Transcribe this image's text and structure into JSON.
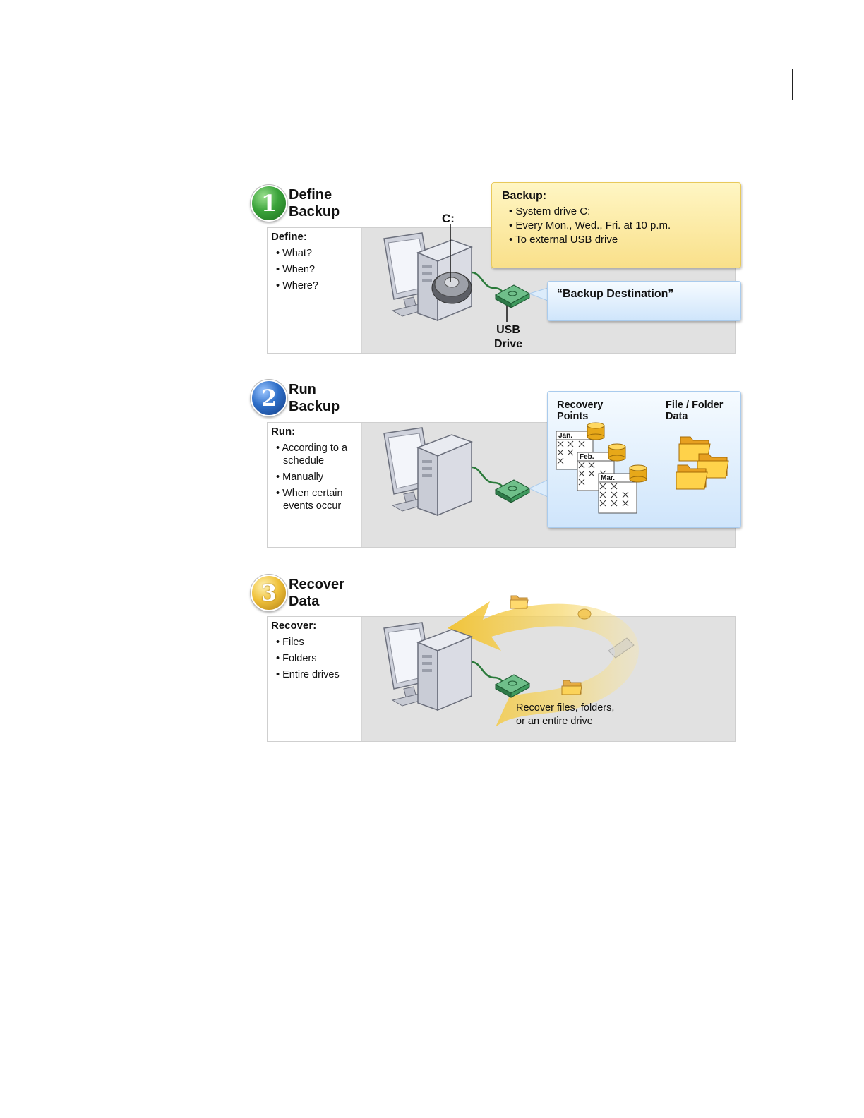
{
  "step1": {
    "number": "1",
    "title_line1": "Define",
    "title_line2": "Backup",
    "side_heading": "Define:",
    "side_items": [
      "What?",
      "When?",
      "Where?"
    ],
    "drive_label": "C:",
    "usb_label_line1": "USB",
    "usb_label_line2": "Drive",
    "backup_callout": {
      "heading": "Backup:",
      "items": [
        "System drive C:",
        "Every Mon., Wed., Fri. at 10 p.m.",
        "To external USB drive"
      ]
    },
    "destination_callout": "“Backup Destination”"
  },
  "step2": {
    "number": "2",
    "title_line1": "Run",
    "title_line2": "Backup",
    "side_heading": "Run:",
    "side_items": [
      "According to a schedule",
      "Manually",
      "When certain events occur"
    ],
    "recovery_points_line1": "Recovery",
    "recovery_points_line2": "Points",
    "file_folder_line1": "File / Folder",
    "file_folder_line2": "Data",
    "months": [
      "Jan.",
      "Feb.",
      "Mar."
    ]
  },
  "step3": {
    "number": "3",
    "title_line1": "Recover",
    "title_line2": "Data",
    "side_heading": "Recover:",
    "side_items": [
      "Files",
      "Folders",
      "Entire drives"
    ],
    "caption_line1": "Recover files, folders,",
    "caption_line2": "or an entire drive"
  },
  "colors": {
    "panel_bg": "#e1e1e1",
    "yellow_callout": "#f9e08a",
    "blue_callout": "#cfe5fb",
    "usb_green": "#3a8a5a",
    "cable_green": "#2a7a3a"
  },
  "icons": [
    "computer-icon",
    "usb-drive-icon",
    "hard-disk-icon",
    "database-icon",
    "folder-icon",
    "calendar-icon",
    "recover-arrow-icon"
  ]
}
